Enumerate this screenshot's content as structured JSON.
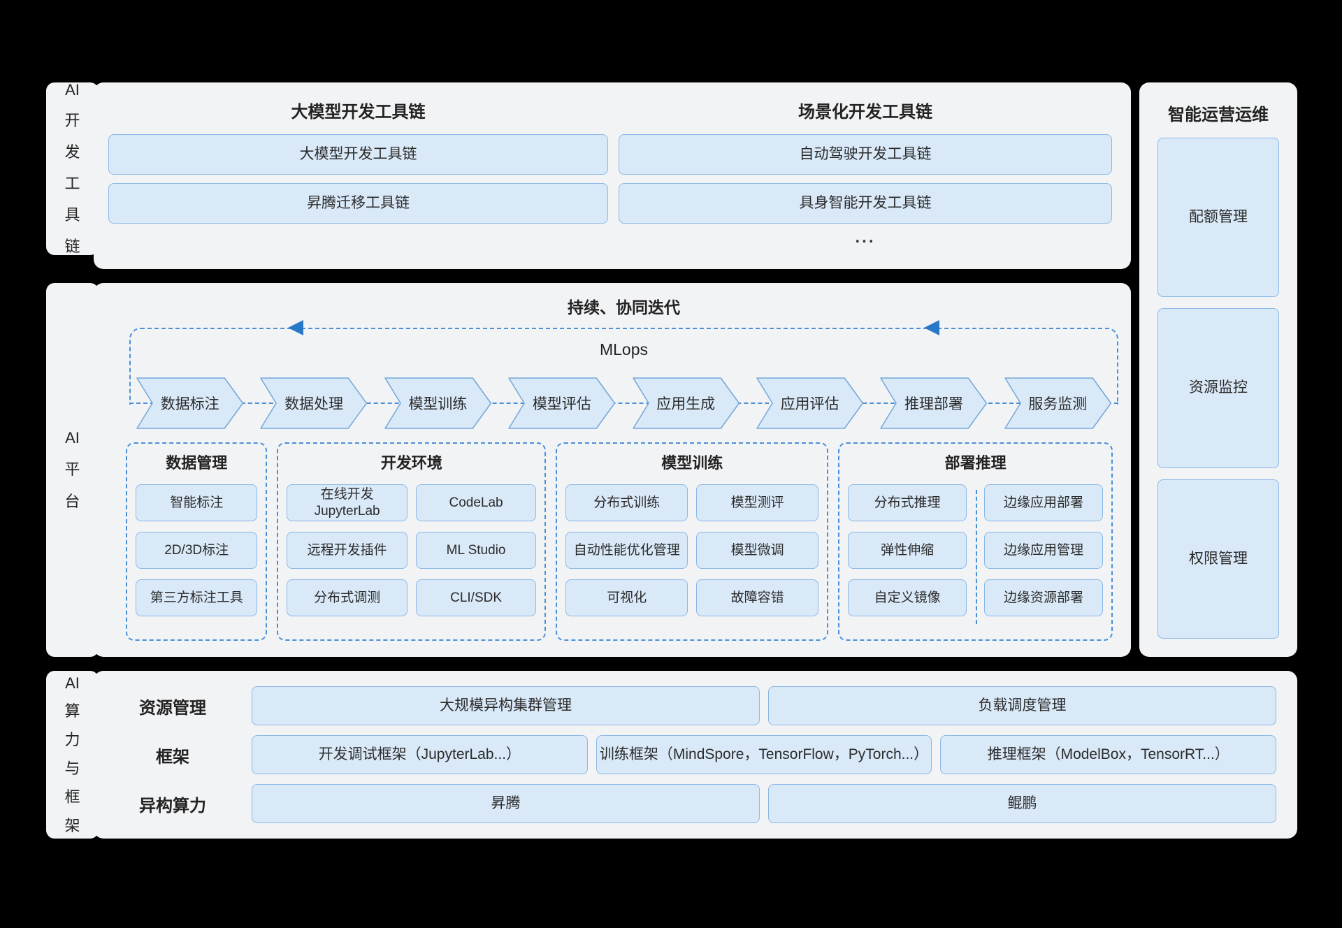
{
  "colors": {
    "page_bg": "#000000",
    "panel_bg": "#f2f3f5",
    "box_fill": "#d9e9f8",
    "box_border": "#8cb8e6",
    "dashed_blue": "#4a90d9",
    "arrow_blue": "#2878c8",
    "text": "#2b2b2b"
  },
  "left_labels": [
    {
      "lines": [
        "AI",
        "开",
        "发",
        "工",
        "具",
        "链"
      ]
    },
    {
      "lines": [
        "AI",
        "平",
        "台"
      ]
    },
    {
      "lines": [
        "AI",
        "算",
        "力",
        "与",
        "框",
        "架"
      ]
    }
  ],
  "top_panel": {
    "columns": [
      {
        "header": "大模型开发工具链",
        "boxes": [
          "大模型开发工具链",
          "昇腾迁移工具链"
        ]
      },
      {
        "header": "场景化开发工具链",
        "boxes": [
          "自动驾驶开发工具链",
          "具身智能开发工具链"
        ]
      }
    ],
    "ellipsis": "..."
  },
  "middle_panel": {
    "loop_label": "持续、协同迭代",
    "mlops_label": "MLops",
    "pipeline": [
      "数据标注",
      "数据处理",
      "模型训练",
      "模型评估",
      "应用生成",
      "应用评估",
      "推理部署",
      "服务监测"
    ],
    "groups": [
      {
        "title": "数据管理",
        "boxes": [
          "智能标注",
          "2D/3D标注",
          "第三方标注工具"
        ]
      },
      {
        "title": "开发环境",
        "boxes": [
          "在线开发\nJupyterLab",
          "CodeLab",
          "远程开发插件",
          "ML Studio",
          "分布式调测",
          "CLI/SDK"
        ]
      },
      {
        "title": "模型训练",
        "boxes": [
          "分布式训练",
          "模型测评",
          "自动性能优化管理",
          "模型微调",
          "可视化",
          "故障容错"
        ]
      },
      {
        "title": "部署推理",
        "boxes": [
          "分布式推理",
          "边缘应用部署",
          "弹性伸缩",
          "边缘应用管理",
          "自定义镜像",
          "边缘资源部署"
        ]
      }
    ]
  },
  "right_panel": {
    "title": "智能运营运维",
    "boxes": [
      "配额管理",
      "资源监控",
      "权限管理"
    ]
  },
  "bottom_panel": {
    "rows": [
      {
        "label": "资源管理",
        "boxes": [
          "大规模异构集群管理",
          "负载调度管理"
        ]
      },
      {
        "label": "框架",
        "boxes": [
          "开发调试框架（JupyterLab...）",
          "训练框架（MindSpore，TensorFlow，PyTorch...）",
          "推理框架（ModelBox，TensorRT...）"
        ]
      },
      {
        "label": "异构算力",
        "boxes": [
          "昇腾",
          "鲲鹏"
        ]
      }
    ]
  }
}
